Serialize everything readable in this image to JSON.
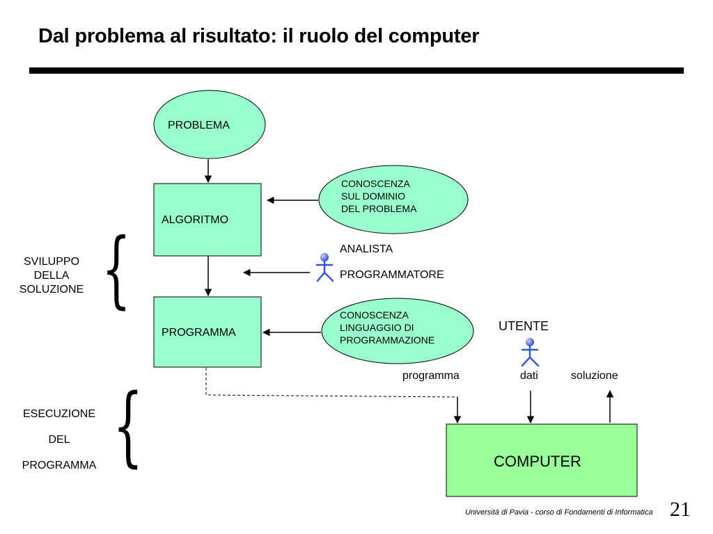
{
  "slide": {
    "title": "Dal problema al risultato: il ruolo del computer",
    "footer": "Università di Pavia  - corso di Fondamenti di Informatica",
    "page_number": "21"
  },
  "diagram": {
    "problema": "PROBLEMA",
    "algoritmo": "ALGORITMO",
    "programma": "PROGRAMMA",
    "computer": "COMPUTER",
    "conoscenza_dominio": [
      "CONOSCENZA",
      "SUL DOMINIO",
      "DEL PROBLEMA"
    ],
    "conoscenza_linguaggio": [
      "CONOSCENZA",
      "LINGUAGGIO DI",
      "PROGRAMMAZIONE"
    ],
    "analista": "ANALISTA",
    "programmatore": "PROGRAMMATORE",
    "utente": "UTENTE",
    "input_programma": "programma",
    "input_dati": "dati",
    "output_soluzione": "soluzione"
  },
  "brackets": {
    "sviluppo": [
      "SVILUPPO",
      "DELLA",
      "SOLUZIONE"
    ],
    "esecuzione": [
      "ESECUZIONE",
      "DEL",
      "PROGRAMMA"
    ]
  },
  "colors": {
    "shape_fill": "#99ffcc",
    "computer_fill": "#99ff99",
    "figure_blue": "#3355dd"
  }
}
